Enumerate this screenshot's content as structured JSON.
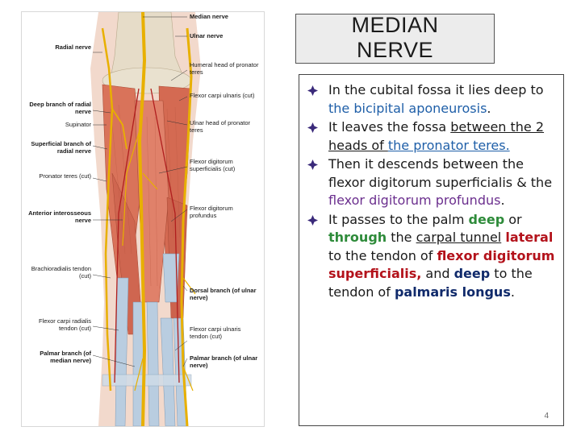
{
  "figure": {
    "labels_left": [
      {
        "id": "radial-nerve",
        "text": "Radial nerve",
        "bold": true
      },
      {
        "id": "deep-branch-radial",
        "text": "Deep branch of radial nerve",
        "bold": true
      },
      {
        "id": "supinator",
        "text": "Supinator",
        "bold": false
      },
      {
        "id": "superficial-branch-radial",
        "text": "Superficial branch of radial nerve",
        "bold": true
      },
      {
        "id": "pronator-teres-cut",
        "text": "Pronator teres (cut)",
        "bold": false
      },
      {
        "id": "anterior-interosseous",
        "text": "Anterior interosseous nerve",
        "bold": true
      },
      {
        "id": "brachioradialis-tendon",
        "text": "Brachioradialis tendon (cut)",
        "bold": false
      },
      {
        "id": "fcr-tendon",
        "text": "Flexor carpi radialis tendon (cut)",
        "bold": false
      },
      {
        "id": "palmar-branch-median",
        "text": "Palmar branch (of median nerve)",
        "bold": true
      }
    ],
    "labels_right": [
      {
        "id": "median-nerve",
        "text": "Median nerve",
        "bold": true
      },
      {
        "id": "ulnar-nerve",
        "text": "Ulnar nerve",
        "bold": true
      },
      {
        "id": "humeral-head",
        "text": "Humeral head of pronator teres",
        "bold": false
      },
      {
        "id": "fcu-cut",
        "text": "Flexor carpi ulnaris (cut)",
        "bold": false
      },
      {
        "id": "ulnar-head",
        "text": "Ulnar head of pronator teres",
        "bold": false
      },
      {
        "id": "fds-cut",
        "text": "Flexor digitorum superficialis (cut)",
        "bold": false
      },
      {
        "id": "fdp",
        "text": "Flexor digitorum profundus",
        "bold": false
      },
      {
        "id": "dorsal-branch",
        "text": "Dorsal branch (of ulnar nerve)",
        "bold": true
      },
      {
        "id": "fcu-tendon",
        "text": "Flexor carpi ulnaris tendon (cut)",
        "bold": false
      },
      {
        "id": "palmar-branch-ulnar",
        "text": "Palmar branch (of ulnar nerve)",
        "bold": true
      }
    ]
  },
  "title": {
    "line1": "MEDIAN",
    "line2": "NERVE"
  },
  "bullets": {
    "b1": {
      "t1": "In the cubital fossa it lies deep to ",
      "t2": "the bicipital aponeurosis",
      "t3": "."
    },
    "b2": {
      "t1": "It leaves the fossa ",
      "t2": "between ",
      "t3": "the 2 heads of ",
      "t4": "the pronator teres."
    },
    "b3": {
      "t1": "Then it descends between the flexor digitorum superficialis & the ",
      "t2": "flexor digitorum profundus",
      "t3": "."
    },
    "b4": {
      "t1": "It passes to the palm ",
      "t2": "deep",
      "t3": " or ",
      "t4": "through",
      "t5": " the ",
      "t6": "carpal tunnel",
      "t7": " ",
      "t8": "lateral",
      "t9": " to the tendon of ",
      "t10": "flexor digitorum superficialis,",
      "t11": " and ",
      "t12": "deep",
      "t13": " to the tendon of ",
      "t14": "palmaris longus",
      "t15": "."
    }
  },
  "page_number": "4",
  "colors": {
    "muscle": "#d9735a",
    "tendon": "#b9cde0",
    "nerve": "#e8b000",
    "bone": "#e6dcc8"
  }
}
